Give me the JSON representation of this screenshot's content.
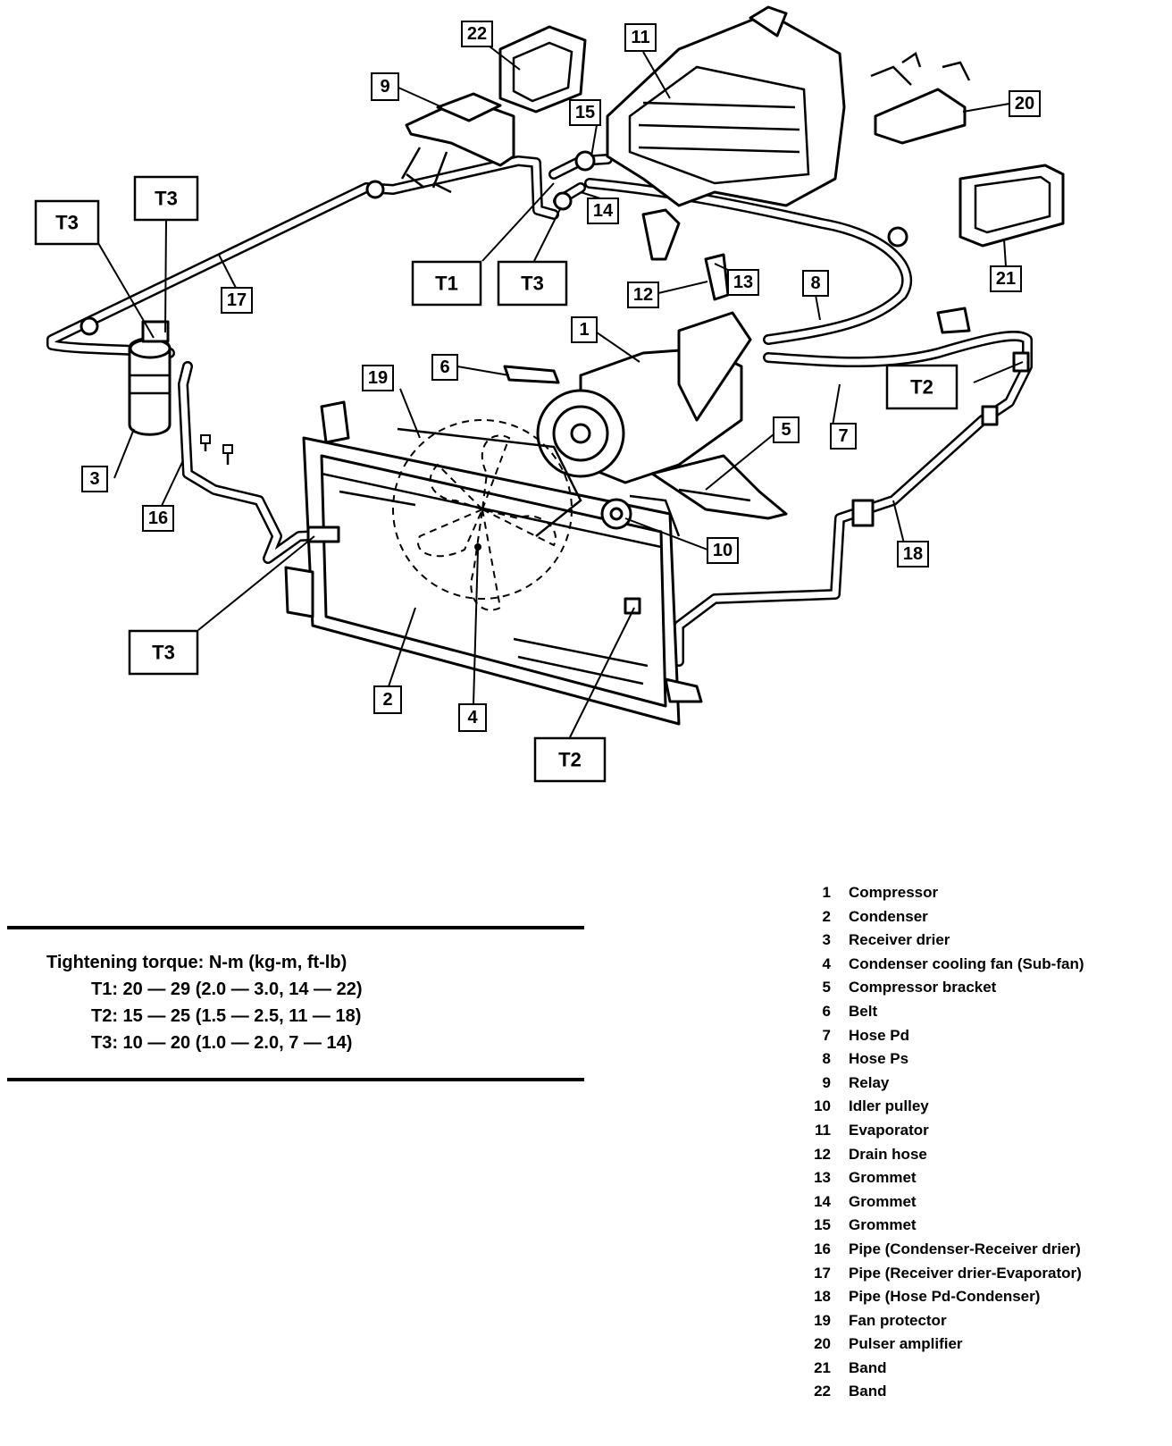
{
  "callouts": {
    "t3_left_outer": "T3",
    "t3_left_inner": "T3",
    "t1_mid": "T1",
    "t3_mid": "T3",
    "t2_right": "T2",
    "t3_bottom_left": "T3",
    "t2_bottom": "T2"
  },
  "part_tags": [
    "1",
    "2",
    "3",
    "4",
    "5",
    "6",
    "7",
    "8",
    "9",
    "10",
    "11",
    "12",
    "13",
    "14",
    "15",
    "16",
    "17",
    "18",
    "19",
    "20",
    "21",
    "22"
  ],
  "torque": {
    "title": "Tightening torque:  N-m (kg-m, ft-lb)",
    "rows": [
      "T1:  20 — 29 (2.0 — 3.0, 14 — 22)",
      "T2:  15 — 25 (1.5 — 2.5, 11 — 18)",
      "T3:  10 — 20 (1.0 — 2.0, 7 — 14)"
    ]
  },
  "legend": [
    {
      "num": "1",
      "label": "Compressor"
    },
    {
      "num": "2",
      "label": "Condenser"
    },
    {
      "num": "3",
      "label": "Receiver drier"
    },
    {
      "num": "4",
      "label": "Condenser cooling fan (Sub-fan)"
    },
    {
      "num": "5",
      "label": "Compressor bracket"
    },
    {
      "num": "6",
      "label": "Belt"
    },
    {
      "num": "7",
      "label": "Hose Pd"
    },
    {
      "num": "8",
      "label": "Hose Ps"
    },
    {
      "num": "9",
      "label": "Relay"
    },
    {
      "num": "10",
      "label": "Idler pulley"
    },
    {
      "num": "11",
      "label": "Evaporator"
    },
    {
      "num": "12",
      "label": "Drain hose"
    },
    {
      "num": "13",
      "label": "Grommet"
    },
    {
      "num": "14",
      "label": "Grommet"
    },
    {
      "num": "15",
      "label": "Grommet"
    },
    {
      "num": "16",
      "label": "Pipe (Condenser-Receiver drier)"
    },
    {
      "num": "17",
      "label": "Pipe (Receiver drier-Evaporator)"
    },
    {
      "num": "18",
      "label": "Pipe (Hose Pd-Condenser)"
    },
    {
      "num": "19",
      "label": "Fan protector"
    },
    {
      "num": "20",
      "label": "Pulser amplifier"
    },
    {
      "num": "21",
      "label": "Band"
    },
    {
      "num": "22",
      "label": "Band"
    }
  ]
}
